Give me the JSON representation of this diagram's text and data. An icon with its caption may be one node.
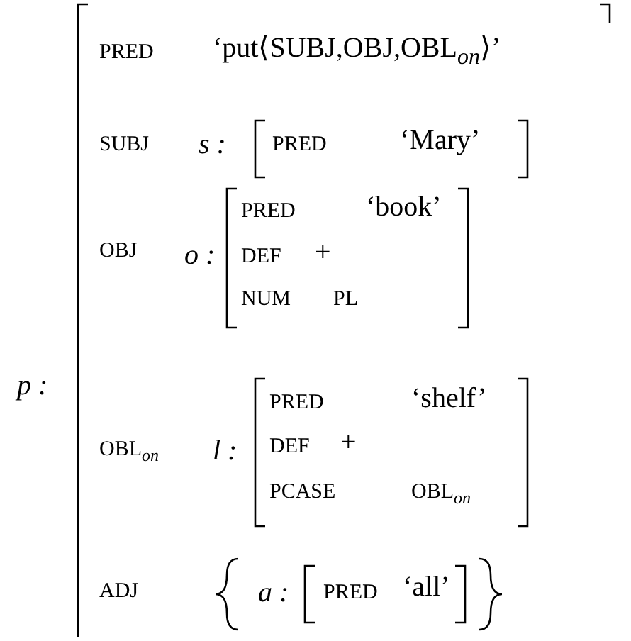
{
  "diagram": {
    "nodes": [
      {
        "text": [
          "p :",
          "PRED",
          "‘put⟨SUBJ,OBJ,OBL$_{on}$⟩’",
          "SUBJ",
          "OBJ",
          "OBL$_{on}$",
          "ADJ"
        ]
      },
      {
        "text": [
          "s :",
          "PRED",
          "‘Mary’"
        ],
        "in": 0
      },
      {
        "text": [
          "o :",
          "PRED",
          "‘book’",
          "DEF",
          "+",
          "NUM",
          "PL"
        ],
        "in": 0
      },
      {
        "text": [
          "l :",
          "PRED",
          "‘shelf’",
          "DEF",
          "+",
          "PCASE",
          "OBL$_{on}$"
        ],
        "in": 0
      },
      {
        "text": [],
        "shape": "braces",
        "in": 0
      },
      {
        "text": [
          "a :",
          "PRED",
          "‘all’"
        ],
        "in": 4
      }
    ]
  }
}
